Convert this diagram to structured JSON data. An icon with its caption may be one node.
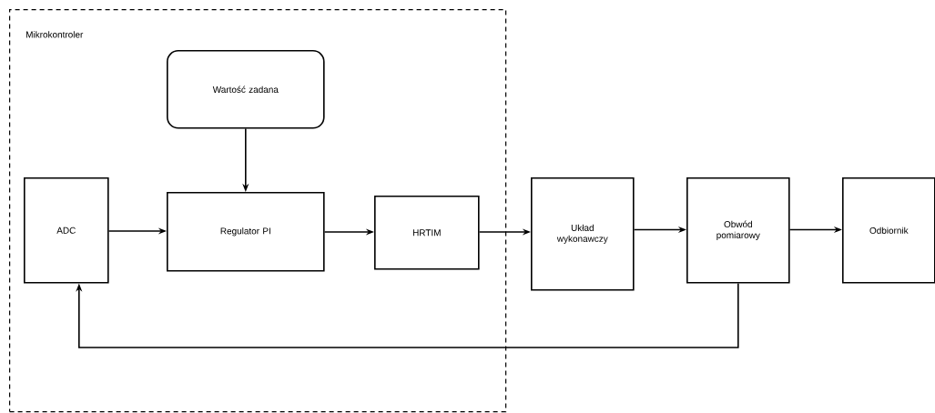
{
  "diagram": {
    "nodes": [
      {
        "text": [
          "Mikrokontroler"
        ]
      },
      {
        "text": [
          "Wartość zadana"
        ],
        "in": 0
      },
      {
        "text": [
          "ADC"
        ],
        "in": 0
      },
      {
        "text": [
          "Regulator PI"
        ],
        "in": 0
      },
      {
        "text": [
          "HRTIM"
        ],
        "in": 0
      },
      {
        "text": [
          "Układ wykonawczy"
        ]
      },
      {
        "text": [
          "Obwód pomiarowy"
        ]
      },
      {
        "text": [
          "Odbiornik"
        ]
      }
    ],
    "edges": [
      {
        "from": 1,
        "to": 3,
        "arrow": "to"
      },
      {
        "from": 2,
        "to": 3,
        "arrow": "to"
      },
      {
        "from": 3,
        "to": 4,
        "arrow": "to"
      },
      {
        "from": 4,
        "to": 5,
        "arrow": "to"
      },
      {
        "from": 5,
        "to": 6,
        "arrow": "to"
      },
      {
        "from": 6,
        "to": 7,
        "arrow": "to"
      },
      {
        "from": 6,
        "to": 2,
        "arrow": "to"
      }
    ]
  }
}
